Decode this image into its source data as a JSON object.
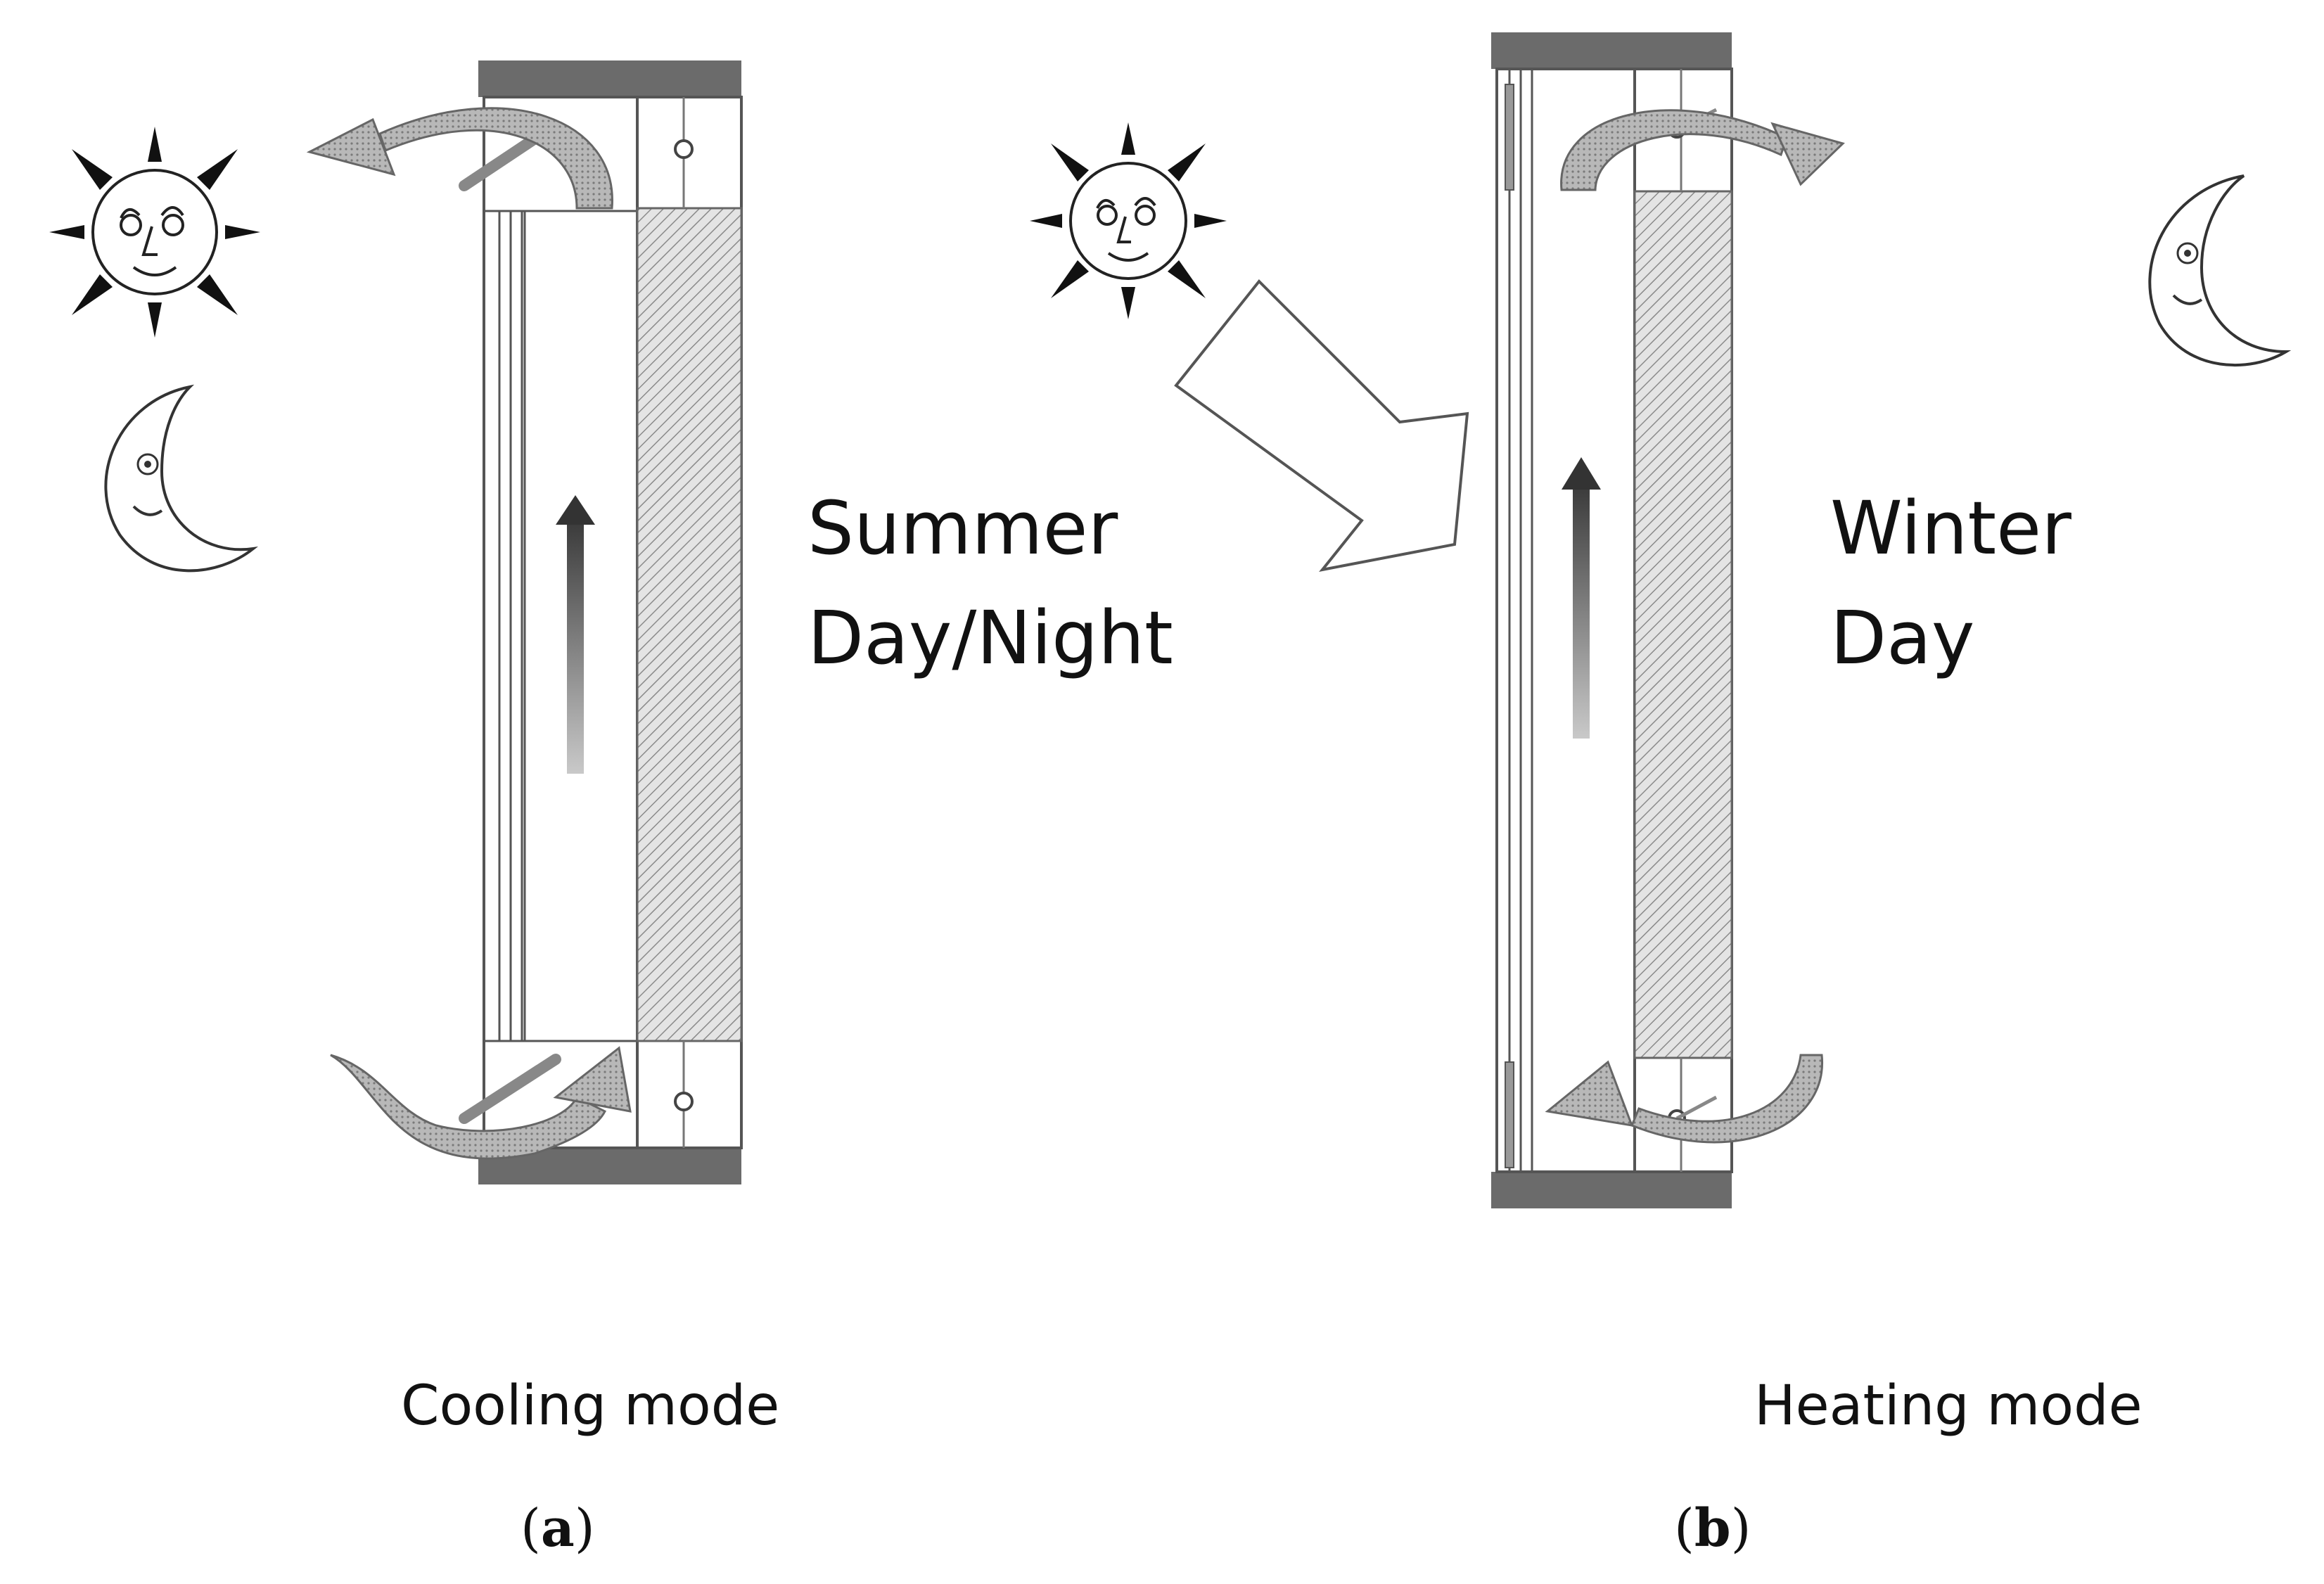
{
  "panel_a": {
    "condition_line1": "Summer",
    "condition_line2": "Day/Night",
    "mode": "Cooling mode",
    "letter": "a"
  },
  "panel_b": {
    "condition_line1": "Winter",
    "condition_line2": "Day",
    "mode": "Heating mode",
    "letter": "b"
  },
  "colors": {
    "frame": "#6b6b6b",
    "outline": "#444444",
    "hatch": "#8a8a8a",
    "arrow_fill": "#9a9a9a",
    "text": "#111111"
  }
}
